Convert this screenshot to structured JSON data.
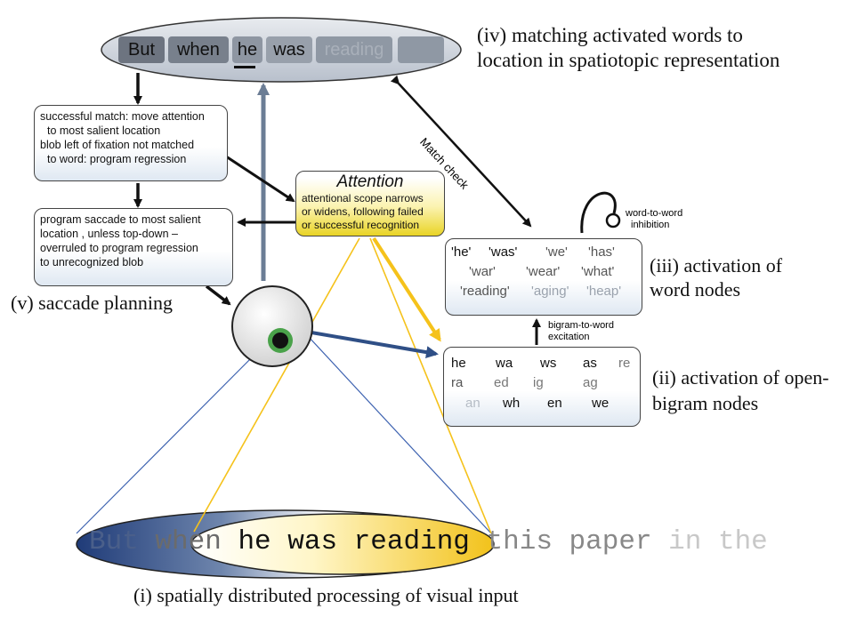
{
  "top_words": {
    "w1": "But",
    "w2": "when",
    "w3": "he",
    "w4": "was",
    "w5": "reading"
  },
  "labels": {
    "iv_line1": "(iv) matching activated words to",
    "iv_line2": "location in spatiotopic representation",
    "iii_line1": "(iii) activation of",
    "iii_line2": "word nodes",
    "ii_line1": "(ii) activation of open-",
    "ii_line2": "bigram nodes",
    "v": "(v) saccade planning",
    "i": "(i) spatially distributed processing of visual input"
  },
  "boxes": {
    "match_l1": "successful match: move attention",
    "match_l2": "to most salient location",
    "match_l3": "blob left of fixation not matched",
    "match_l4": "to word: program regression",
    "saccade_l1": "program saccade to most salient",
    "saccade_l2": "location , unless top-down –",
    "saccade_l3": "overruled to program regression",
    "saccade_l4": "to unrecognized blob",
    "attention_title": "Attention",
    "attention_l1": "attentional scope narrows",
    "attention_l2": "or widens, following failed",
    "attention_l3": "or successful recognition"
  },
  "arrow_labels": {
    "match_check": "Match check",
    "w2w_l1": "word-to-word",
    "w2w_l2": "inhibition",
    "b2w_l1": "bigram-to-word",
    "b2w_l2": "excitation"
  },
  "word_nodes": {
    "r1": [
      "'he'",
      "'was'",
      "'we'",
      "'has'"
    ],
    "r2": [
      "'war'",
      "'wear'",
      "'what'"
    ],
    "r3": [
      "'reading'",
      "'aging'",
      "'heap'"
    ]
  },
  "bigram_nodes": {
    "r1": [
      "he",
      "wa",
      "ws",
      "as",
      "re"
    ],
    "r2": [
      "ra",
      "ed",
      "ig",
      "ag"
    ],
    "r3": [
      "an",
      "wh",
      "en",
      "we"
    ]
  },
  "sentence": {
    "s1": "But",
    "s2": "when",
    "s3": "he was reading",
    "s4": "this paper",
    "s5": "in the"
  },
  "colors": {
    "yellow": "#f5c21b",
    "blue_arrow": "#2f4f86",
    "eye_iris": "#4aa24a",
    "ellipse_fill": "#c9cfd8"
  }
}
